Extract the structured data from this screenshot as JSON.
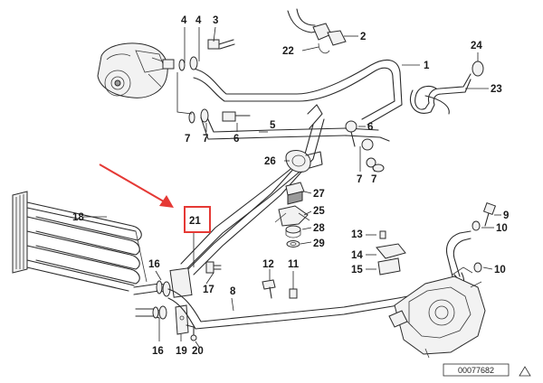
{
  "diagram": {
    "highlight_color": "#e53935",
    "highlighted_part": "21",
    "reference_number": "00077682",
    "callouts": [
      {
        "id": "c4a",
        "label": "4"
      },
      {
        "id": "c4b",
        "label": "4"
      },
      {
        "id": "c3",
        "label": "3"
      },
      {
        "id": "c2",
        "label": "2"
      },
      {
        "id": "c22",
        "label": "22"
      },
      {
        "id": "c1",
        "label": "1"
      },
      {
        "id": "c24",
        "label": "24"
      },
      {
        "id": "c23",
        "label": "23"
      },
      {
        "id": "c7a",
        "label": "7"
      },
      {
        "id": "c7b",
        "label": "7"
      },
      {
        "id": "c6a",
        "label": "6"
      },
      {
        "id": "c5",
        "label": "5"
      },
      {
        "id": "c6b",
        "label": "6"
      },
      {
        "id": "c26",
        "label": "26"
      },
      {
        "id": "c7c",
        "label": "7"
      },
      {
        "id": "c7d",
        "label": "7"
      },
      {
        "id": "c18",
        "label": "18"
      },
      {
        "id": "c27",
        "label": "27"
      },
      {
        "id": "c25",
        "label": "25"
      },
      {
        "id": "c28",
        "label": "28"
      },
      {
        "id": "c29",
        "label": "29"
      },
      {
        "id": "c9",
        "label": "9"
      },
      {
        "id": "c10a",
        "label": "10"
      },
      {
        "id": "c13",
        "label": "13"
      },
      {
        "id": "c14",
        "label": "14"
      },
      {
        "id": "c15",
        "label": "15"
      },
      {
        "id": "c10b",
        "label": "10"
      },
      {
        "id": "c16a",
        "label": "16"
      },
      {
        "id": "c12",
        "label": "12"
      },
      {
        "id": "c11",
        "label": "11"
      },
      {
        "id": "c17",
        "label": "17"
      },
      {
        "id": "c8",
        "label": "8"
      },
      {
        "id": "c16b",
        "label": "16"
      },
      {
        "id": "c19",
        "label": "19"
      },
      {
        "id": "c20",
        "label": "20"
      },
      {
        "id": "c21",
        "label": "21"
      }
    ]
  }
}
